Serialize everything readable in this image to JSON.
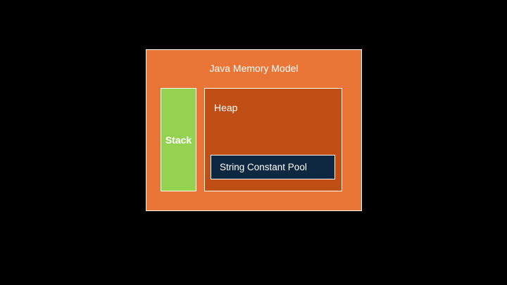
{
  "diagram": {
    "title": "Java Memory Model",
    "stack_label": "Stack",
    "heap_label": "Heap",
    "pool_label": "String Constant Pool",
    "colors": {
      "outer": "#e97536",
      "stack": "#95d252",
      "heap": "#c04f15",
      "pool": "#0e2841"
    }
  }
}
